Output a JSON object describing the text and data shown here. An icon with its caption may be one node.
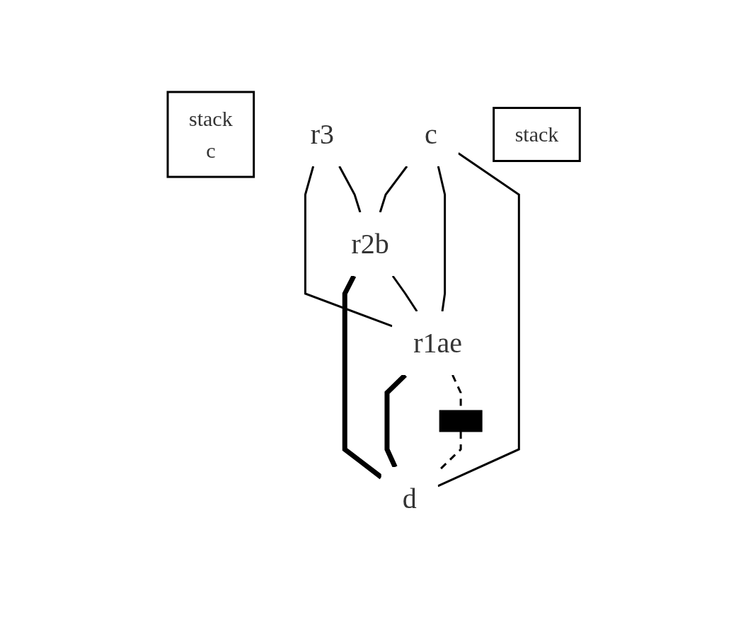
{
  "diagram": {
    "nodes": [
      {
        "text": [
          "stack",
          "c"
        ]
      },
      {
        "text": [
          "r3"
        ]
      },
      {
        "text": [
          "c"
        ]
      },
      {
        "text": [
          "stack"
        ]
      },
      {
        "text": [
          "r2b"
        ]
      },
      {
        "text": [
          "r1ae"
        ]
      },
      {
        "text": [
          "d"
        ]
      },
      {
        "text": [],
        "shape": "bar"
      }
    ],
    "edges": [
      {
        "from": 1,
        "to": 5,
        "arrow": "none"
      },
      {
        "from": 1,
        "to": 4,
        "arrow": "none"
      },
      {
        "from": 2,
        "to": 4,
        "arrow": "none"
      },
      {
        "from": 2,
        "to": 5,
        "arrow": "none"
      },
      {
        "from": 2,
        "to": 6,
        "arrow": "none"
      },
      {
        "from": 4,
        "to": 6,
        "arrow": "none",
        "style": "thick"
      },
      {
        "from": 4,
        "to": 5,
        "arrow": "none"
      },
      {
        "from": 5,
        "to": 6,
        "arrow": "none",
        "style": "thick"
      },
      {
        "from": 5,
        "to": 7,
        "arrow": "none",
        "style": "dashed"
      },
      {
        "from": 7,
        "to": 6,
        "arrow": "none",
        "style": "dashed"
      }
    ]
  }
}
